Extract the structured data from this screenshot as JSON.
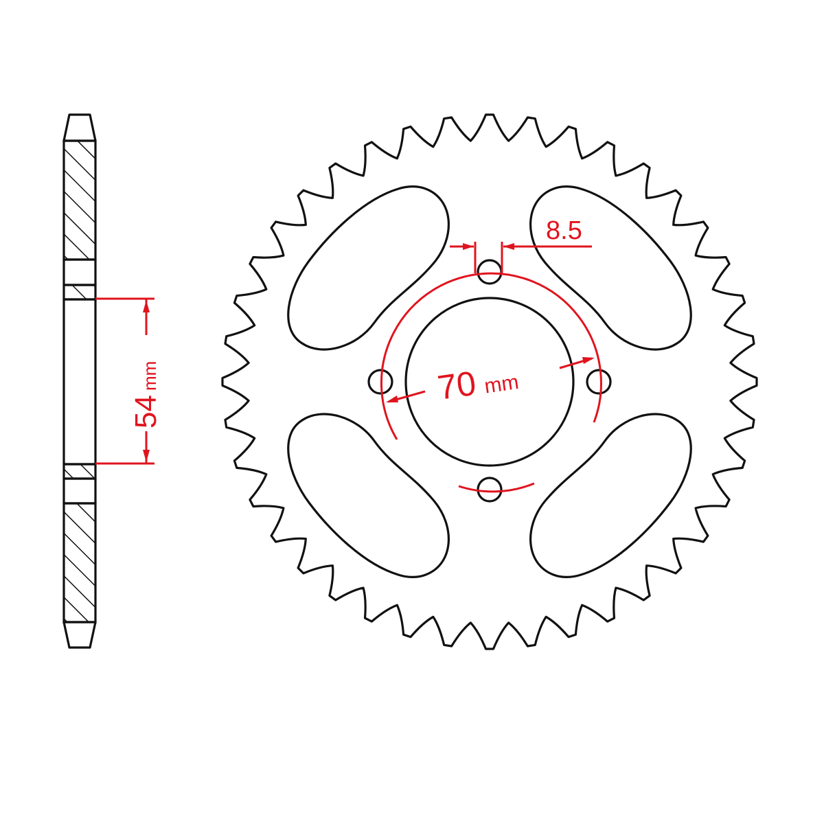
{
  "drawing": {
    "subject": "rear sprocket technical drawing",
    "teeth_count": 40,
    "line_color": "#111111",
    "dimension_color": "#e0141e",
    "background": "#ffffff"
  },
  "side_view": {
    "dimension_value": "54",
    "dimension_unit": "mm"
  },
  "front_view": {
    "pcd_value": "70",
    "pcd_unit": "mm",
    "bolt_hole_label": "8.5",
    "bolt_holes": 4,
    "lightening_holes": 4
  }
}
